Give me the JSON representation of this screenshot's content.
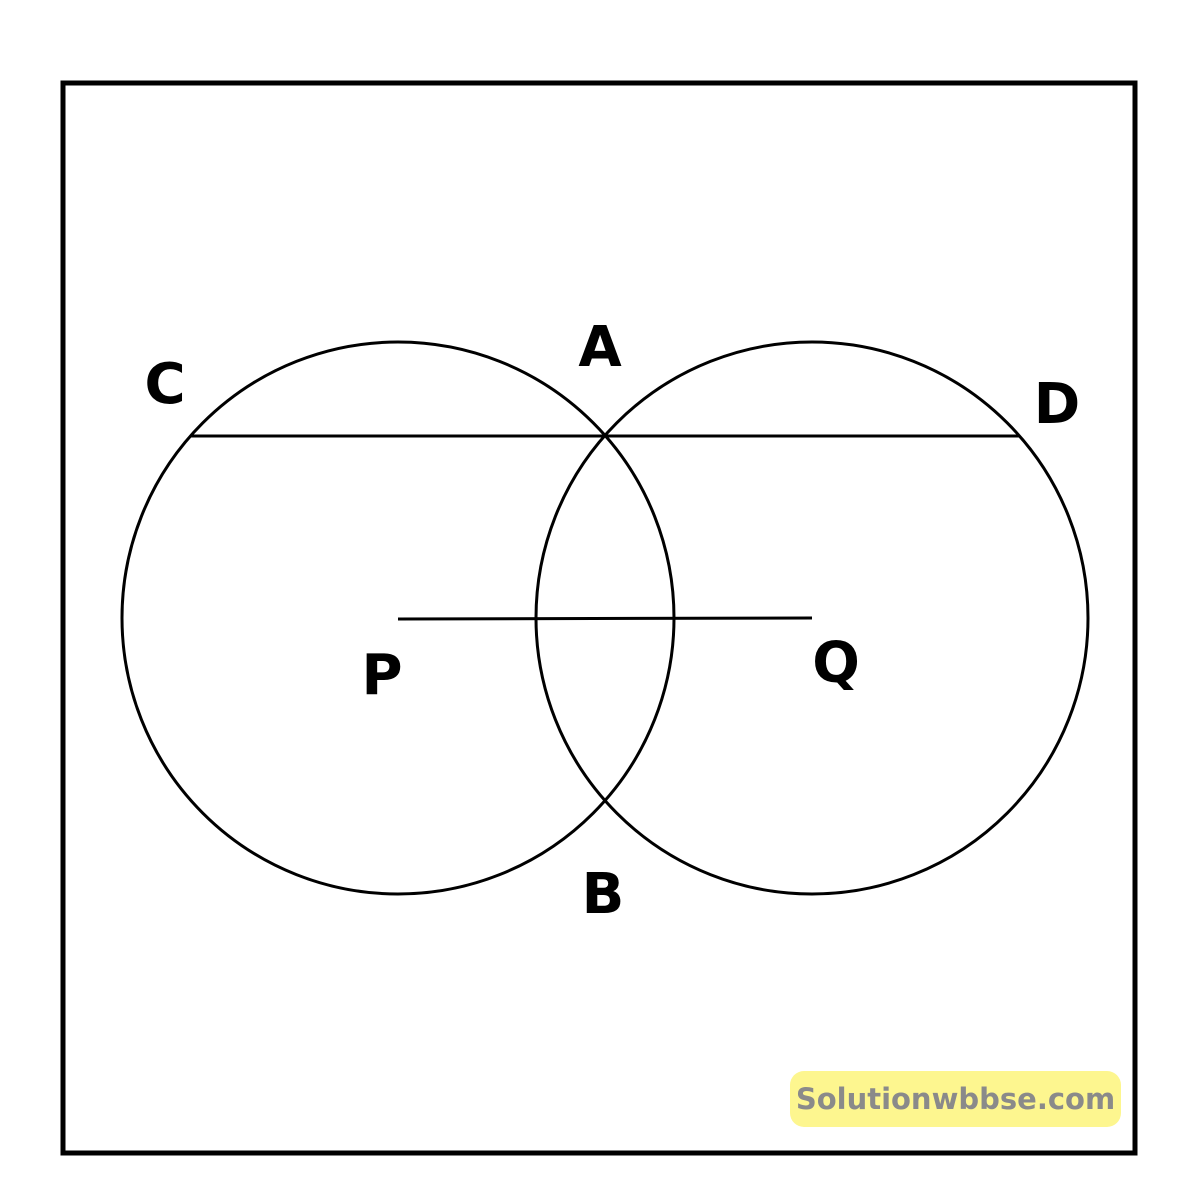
{
  "diagram": {
    "points": {
      "A": "A",
      "B": "B",
      "C": "C",
      "D": "D",
      "P": "P",
      "Q": "Q"
    }
  },
  "watermark": "Solutionwbbse.com",
  "colors": {
    "stroke": "#000000",
    "watermark_bg": "#fdf68f",
    "watermark_text": "#8a8a8a"
  }
}
